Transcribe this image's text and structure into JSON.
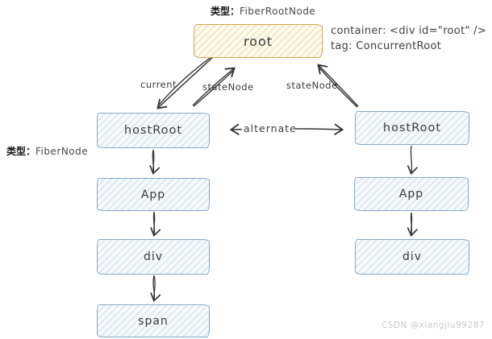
{
  "labels": {
    "root_type": {
      "prefix": "类型：",
      "value": "FiberRootNode"
    },
    "fiber_type": {
      "prefix": "类型：",
      "value": "FiberNode"
    },
    "annotation_line1": "container: <div id=\"root\" />",
    "annotation_line2": "tag: ConcurrentRoot"
  },
  "nodes": {
    "root": "root",
    "host_root_left": "hostRoot",
    "app_left": "App",
    "div_left": "div",
    "span_left": "span",
    "host_root_right": "hostRoot",
    "app_right": "App",
    "div_right": "div"
  },
  "edges": {
    "current": "current",
    "state_node_left": "stateNode",
    "state_node_right": "stateNode",
    "alternate": "alternate"
  },
  "watermark": "CSDN @xiangjiu99287",
  "colors": {
    "root_border": "#d2a24c",
    "root_fill": "#fefaec",
    "fiber_border": "#85a9c9",
    "fiber_fill": "#f4f9fd",
    "arrow": "#343434",
    "watermark": "#c9c9c9"
  }
}
